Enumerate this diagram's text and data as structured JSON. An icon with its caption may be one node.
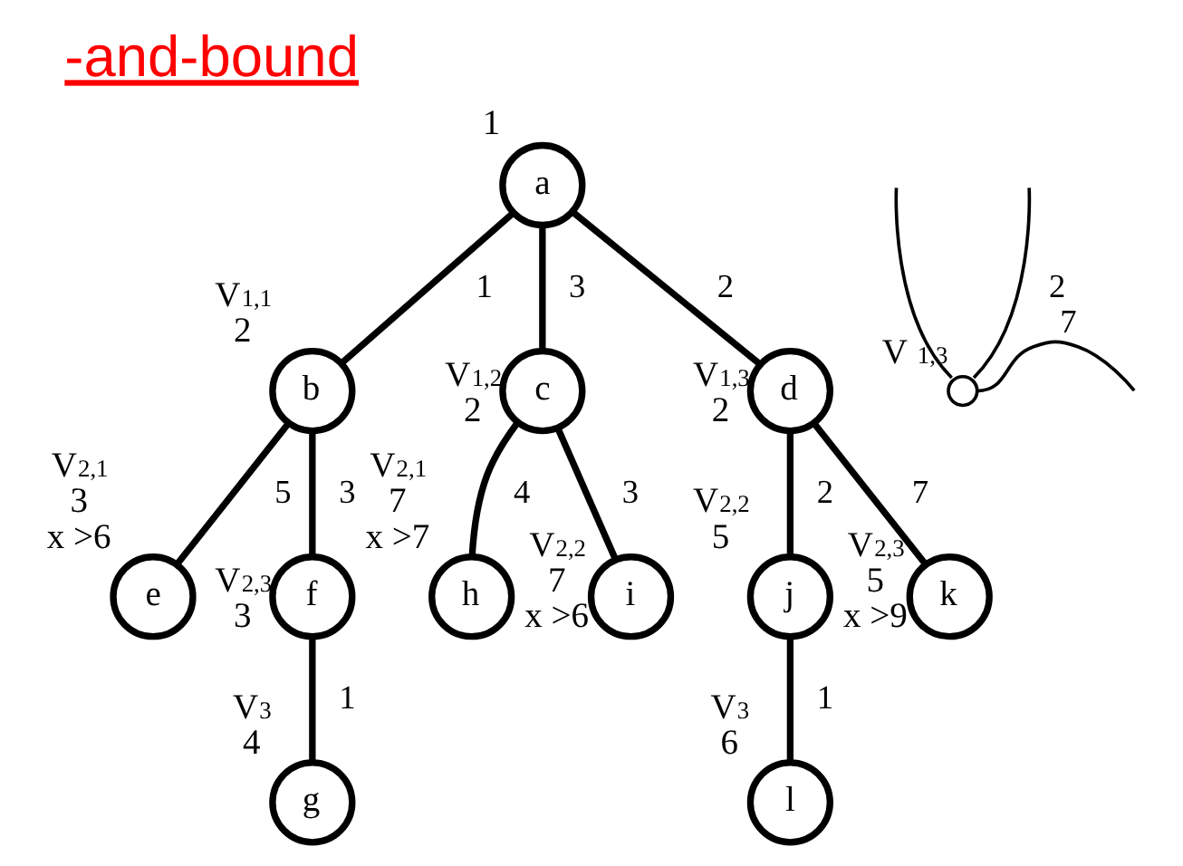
{
  "diagram": {
    "title": "-and-bound",
    "nodes": [
      {
        "text": [
          "a"
        ],
        "beside": [
          "1"
        ]
      },
      {
        "text": [
          "b"
        ],
        "beside": [
          "V$_{1,1}$",
          "2"
        ]
      },
      {
        "text": [
          "c"
        ],
        "beside": [
          "V$_{1,2}$",
          "2"
        ]
      },
      {
        "text": [
          "d"
        ],
        "beside": [
          "V$_{1,3}$",
          "2"
        ]
      },
      {
        "text": [
          "e"
        ],
        "beside": [
          "V$_{2,1}$",
          "3",
          "x >6"
        ]
      },
      {
        "text": [
          "f"
        ],
        "beside": [
          "V$_{2,3}$",
          "3"
        ]
      },
      {
        "text": [
          "h"
        ],
        "beside": [
          "V$_{2,1}$",
          "7",
          "x >7"
        ]
      },
      {
        "text": [
          "i"
        ],
        "beside": [
          "V$_{2,2}$",
          "7",
          "x >6"
        ]
      },
      {
        "text": [
          "j"
        ],
        "beside": [
          "V$_{2,2}$",
          "5"
        ]
      },
      {
        "text": [
          "k"
        ],
        "beside": [
          "V$_{2,3}$",
          "5",
          "x >9"
        ]
      },
      {
        "text": [
          "g"
        ],
        "beside": [
          "V$_{3}$",
          "4"
        ]
      },
      {
        "text": [
          "l"
        ],
        "beside": [
          "V$_{3}$",
          "6"
        ]
      },
      {
        "text": [],
        "shape": "circle",
        "beside": [
          "V $_{1,3}$"
        ]
      }
    ],
    "edges": [
      {
        "from": 0,
        "to": 1,
        "arrow": "none",
        "label": "1"
      },
      {
        "from": 0,
        "to": 2,
        "arrow": "none",
        "label": "3"
      },
      {
        "from": 0,
        "to": 3,
        "arrow": "none",
        "label": "2"
      },
      {
        "from": 1,
        "to": 4,
        "arrow": "none",
        "label": "5"
      },
      {
        "from": 1,
        "to": 5,
        "arrow": "none",
        "label": "3"
      },
      {
        "from": 2,
        "to": 6,
        "arrow": "none",
        "label": "4"
      },
      {
        "from": 2,
        "to": 7,
        "arrow": "none",
        "label": "3"
      },
      {
        "from": 3,
        "to": 8,
        "arrow": "none",
        "label": "2"
      },
      {
        "from": 3,
        "to": 9,
        "arrow": "none",
        "label": "7"
      },
      {
        "from": 5,
        "to": 10,
        "arrow": "none",
        "label": "1"
      },
      {
        "from": 8,
        "to": 11,
        "arrow": "none",
        "label": "1"
      },
      {
        "from": null,
        "to": 12,
        "arrow": "none"
      },
      {
        "from": null,
        "to": 12,
        "arrow": "none",
        "label": "2"
      },
      {
        "from": null,
        "to": 12,
        "arrow": "none",
        "label": "7"
      }
    ]
  }
}
